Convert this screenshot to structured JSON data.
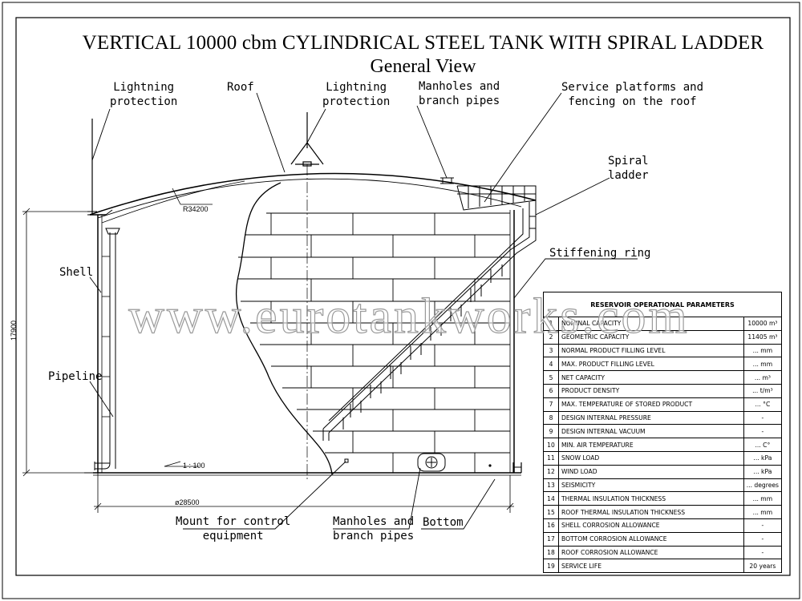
{
  "title": {
    "line1": "VERTICAL 10000 cbm CYLINDRICAL STEEL TANK WITH SPIRAL LADDER",
    "line2": "General View"
  },
  "labels": {
    "lightning_left": [
      "Lightning",
      "protection"
    ],
    "roof": "Roof",
    "lightning_right": [
      "Lightning",
      "protection"
    ],
    "manholes_top": [
      "Manholes and",
      "branch pipes"
    ],
    "service_platforms": [
      "Service platforms and",
      "fencing on the roof"
    ],
    "spiral_ladder": [
      "Spiral",
      "ladder"
    ],
    "stiffening_ring": "Stiffening ring",
    "shell": "Shell",
    "pipeline": "Pipeline",
    "mount": [
      "Mount for control",
      "equipment"
    ],
    "manholes_bottom": [
      "Manholes and",
      "branch pipes"
    ],
    "bottom": "Bottom"
  },
  "dimensions": {
    "roof_radius": "R34200",
    "height": "17900",
    "slope": "1 : 100",
    "diameter": "ø28500"
  },
  "watermark": "www.eurotankworks.com",
  "params_table": {
    "header": "RESERVOIR OPERATIONAL PARAMETERS",
    "rows": [
      {
        "n": "1",
        "name": "NOMINAL CAPACITY",
        "value": "10000 m³"
      },
      {
        "n": "2",
        "name": "GEOMETRIC CAPACITY",
        "value": "11405 m³"
      },
      {
        "n": "3",
        "name": "NORMAL PRODUCT FILLING LEVEL",
        "value": "... mm"
      },
      {
        "n": "4",
        "name": "MAX. PRODUCT FILLING LEVEL",
        "value": "... mm"
      },
      {
        "n": "5",
        "name": "NET CAPACITY",
        "value": "... m³"
      },
      {
        "n": "6",
        "name": "PRODUCT DENSITY",
        "value": "... t/m³"
      },
      {
        "n": "7",
        "name": "MAX. TEMPERATURE OF STORED PRODUCT",
        "value": "... °C"
      },
      {
        "n": "8",
        "name": "DESIGN INTERNAL PRESSURE",
        "value": "-"
      },
      {
        "n": "9",
        "name": " DESIGN INTERNAL VACUUM",
        "value": "-"
      },
      {
        "n": "10",
        "name": "MIN. AIR TEMPERATURE",
        "value": "... C°"
      },
      {
        "n": "11",
        "name": "SNOW LOAD",
        "value": "... kPa"
      },
      {
        "n": "12",
        "name": "WIND LOAD",
        "value": "... kPa"
      },
      {
        "n": "13",
        "name": "SEISMICITY",
        "value": "... degrees"
      },
      {
        "n": "14",
        "name": "THERMAL INSULATION THICKNESS",
        "value": "... mm"
      },
      {
        "n": "15",
        "name": "ROOF THERMAL INSULATION THICKNESS",
        "value": "... mm"
      },
      {
        "n": "16",
        "name": "SHELL CORROSION ALLOWANCE",
        "value": "-"
      },
      {
        "n": "17",
        "name": " BOTTOM CORROSION ALLOWANCE",
        "value": "-"
      },
      {
        "n": "18",
        "name": "ROOF CORROSION ALLOWANCE",
        "value": "-"
      },
      {
        "n": "19",
        "name": "SERVICE LIFE",
        "value": "20 years"
      }
    ]
  }
}
